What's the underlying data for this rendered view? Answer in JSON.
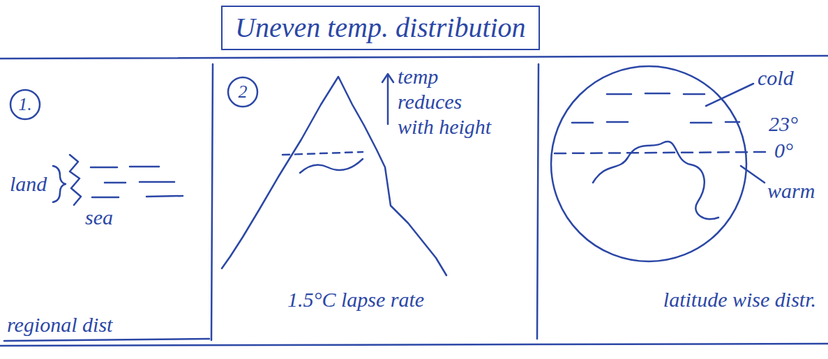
{
  "diagram": {
    "title": "Uneven temp. distribution",
    "nodes": [
      {
        "text": [
          "1."
        ]
      },
      {
        "text": [
          "2"
        ]
      }
    ],
    "labels": [
      "land",
      "sea",
      "regional dist",
      "temp reduces with height",
      "1.5°C lapse rate",
      "cold",
      "23°",
      "0°",
      "warm",
      "latitude wise distr."
    ]
  }
}
